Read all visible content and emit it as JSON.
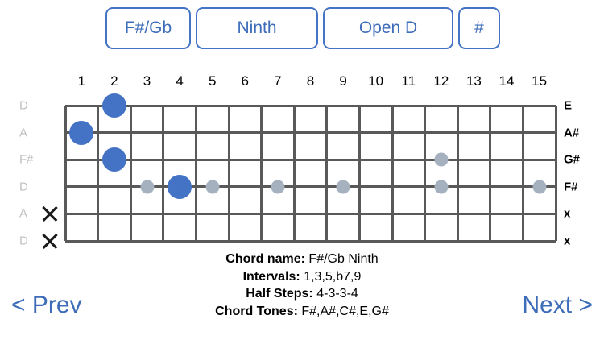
{
  "selector": {
    "root": "F#/Gb",
    "type": "Ninth",
    "tuning": "Open D",
    "accidental": "#"
  },
  "fretboard": {
    "fret_numbers": [
      "1",
      "2",
      "3",
      "4",
      "5",
      "6",
      "7",
      "8",
      "9",
      "10",
      "11",
      "12",
      "13",
      "14",
      "15"
    ],
    "left_labels": [
      "D",
      "A",
      "F#",
      "D",
      "A",
      "D"
    ],
    "right_labels": [
      "E",
      "A#",
      "G#",
      "F#",
      "x",
      "x"
    ],
    "muted_strings": [
      4,
      5
    ],
    "colors": {
      "root_dot": "#4472c4",
      "tone_dot": "#a6b1bf",
      "grid_line": "#595959",
      "accent": "#3d6cb9"
    },
    "dots": [
      {
        "string": 0,
        "fret": 2,
        "kind": "root"
      },
      {
        "string": 1,
        "fret": 1,
        "kind": "root"
      },
      {
        "string": 2,
        "fret": 2,
        "kind": "root"
      },
      {
        "string": 3,
        "fret": 4,
        "kind": "root"
      },
      {
        "string": 3,
        "fret": 3,
        "kind": "tone"
      },
      {
        "string": 3,
        "fret": 5,
        "kind": "tone"
      },
      {
        "string": 3,
        "fret": 7,
        "kind": "tone"
      },
      {
        "string": 3,
        "fret": 9,
        "kind": "tone"
      },
      {
        "string": 3,
        "fret": 12,
        "kind": "tone"
      },
      {
        "string": 3,
        "fret": 15,
        "kind": "tone"
      },
      {
        "string": 2,
        "fret": 12,
        "kind": "tone"
      }
    ]
  },
  "info": {
    "chord_name_label": "Chord name:",
    "chord_name_value": "F#/Gb Ninth",
    "intervals_label": "Intervals:",
    "intervals_value": "1,3,5,b7,9",
    "half_steps_label": "Half Steps:",
    "half_steps_value": "4-3-3-4",
    "chord_tones_label": "Chord Tones:",
    "chord_tones_value": "F#,A#,C#,E,G#"
  },
  "nav": {
    "prev": "< Prev",
    "next": "Next >"
  }
}
